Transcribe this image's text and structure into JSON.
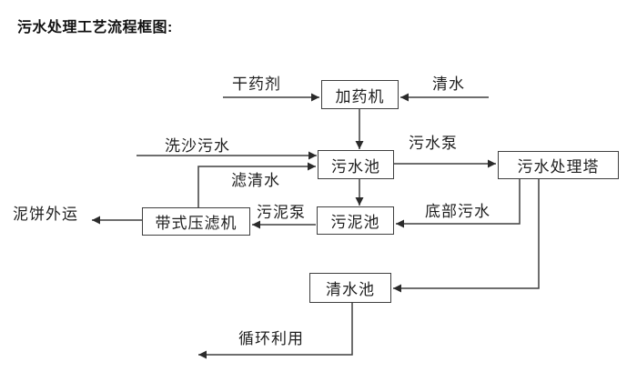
{
  "title": "污水处理工艺流程框图:",
  "diagram": {
    "type": "flowchart",
    "nodes": {
      "dosing_machine": "加药机",
      "sewage_pool": "污水池",
      "treatment_tower": "污水处理塔",
      "sludge_pool": "污泥池",
      "belt_filter_press": "带式压滤机",
      "clean_water_pool": "清水池"
    },
    "edge_labels": {
      "dry_agent": "干药剂",
      "clean_water": "清水",
      "sand_washing_sewage": "洗沙污水",
      "filtered_water": "滤清水",
      "sewage_pump": "污水泵",
      "bottom_sewage": "底部污水",
      "sludge_pump": "污泥泵",
      "mud_cake_out": "泥饼外运",
      "recycle": "循环利用"
    },
    "flows": [
      "干药剂 → 加药机",
      "清水 → 加药机",
      "加药机 → 污水池",
      "洗沙污水 → 污水池",
      "带式压滤机 →(滤清水) 污水池",
      "污水池 →(污水泵) 污水处理塔",
      "污水池 → 污泥池",
      "污水处理塔 →(底部污水) 污泥池",
      "污泥池 →(污泥泵) 带式压滤机",
      "带式压滤机 → 泥饼外运",
      "污水处理塔 → 清水池",
      "清水池 → 循环利用"
    ],
    "colors": {
      "background": "#ffffff",
      "line": "#3f3f3f",
      "arrowhead": "#2b2b2b",
      "text": "#1f1f1f"
    }
  }
}
